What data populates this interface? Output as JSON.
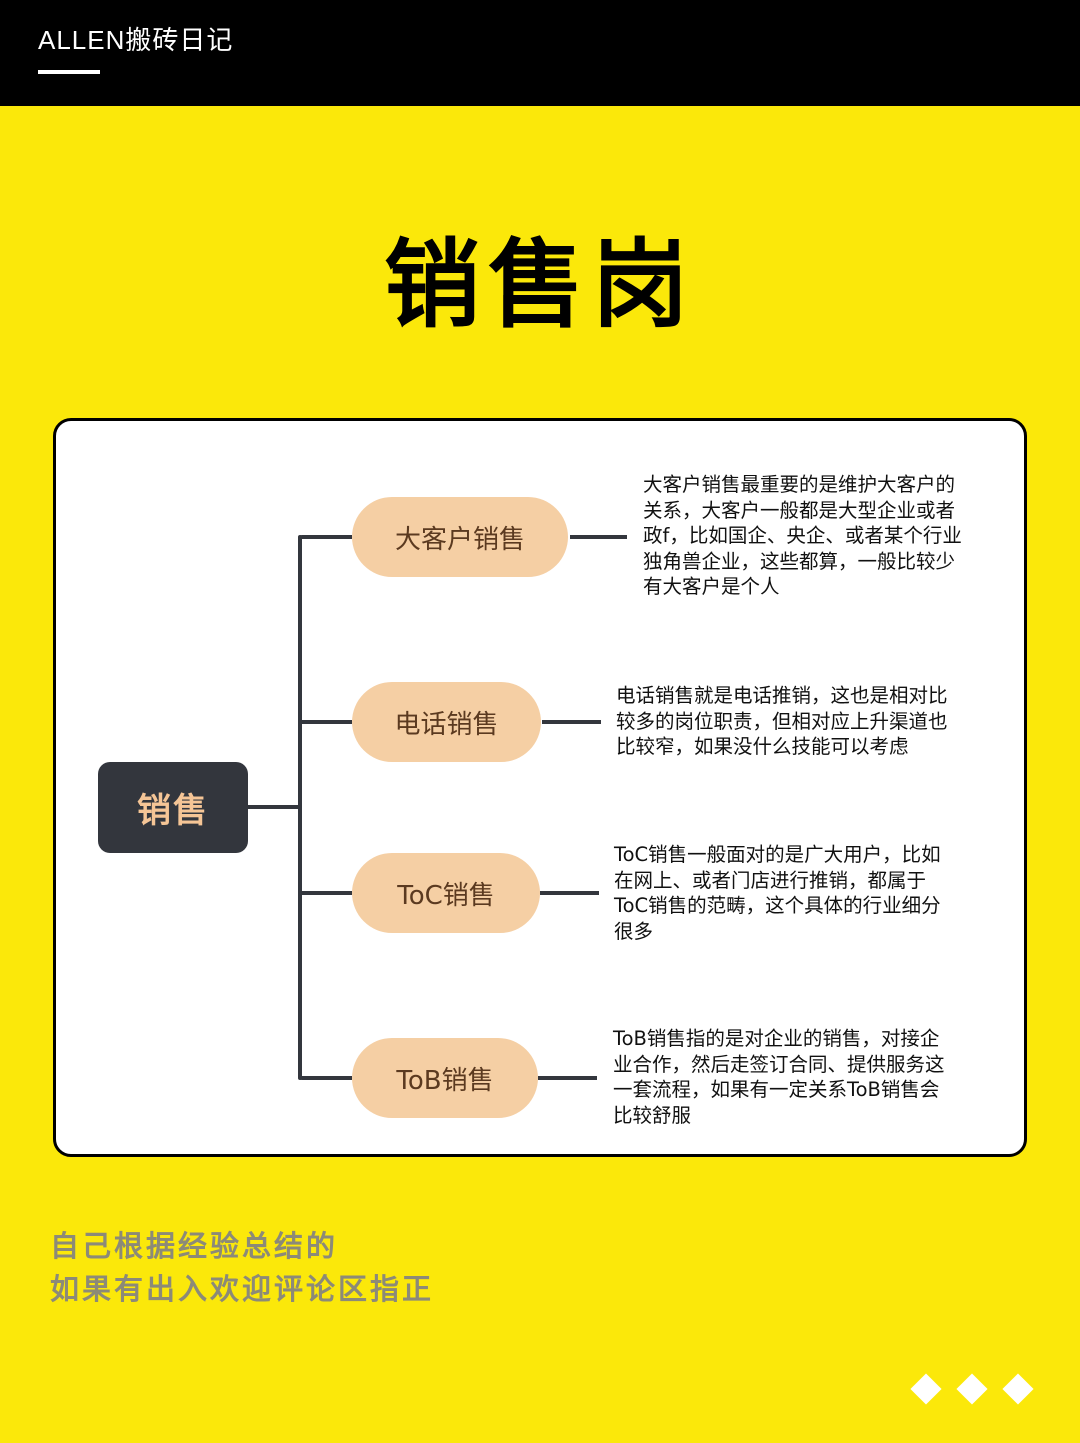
{
  "header": {
    "brand": "ALLEN搬砖日记"
  },
  "page_title": "销售岗",
  "mindmap": {
    "root": "销售",
    "branches": [
      {
        "label": "大客户销售",
        "description": "大客户销售最重要的是维护大客户的\n关系，大客户一般都是大型企业或者\n政f，比如国企、央企、或者某个行业\n独角兽企业，这些都算，一般比较少\n有大客户是个人"
      },
      {
        "label": "电话销售",
        "description": "电话销售就是电话推销，这也是相对比\n较多的岗位职责，但相对应上升渠道也\n比较窄，如果没什么技能可以考虑"
      },
      {
        "label": "ToC销售",
        "description": "ToC销售一般面对的是广大用户，比如\n在网上、或者门店进行推销，都属于\nToC销售的范畴，这个具体的行业细分\n很多"
      },
      {
        "label": "ToB销售",
        "description": "ToB销售指的是对企业的销售，对接企\n业合作，然后走签订合同、提供服务这\n一套流程，如果有一定关系ToB销售会\n比较舒服"
      }
    ]
  },
  "footer": {
    "note": "自己根据经验总结的\n如果有出入欢迎评论区指正",
    "decoration": "three-white-diamonds"
  },
  "colors": {
    "background": "#FBE80A",
    "header": "#000000",
    "root_node": "#33363D",
    "root_text": "#F5C596",
    "branch_pill": "#F5CFA4",
    "branch_text": "#5B3A20",
    "footer_text": "#8C8A78"
  }
}
